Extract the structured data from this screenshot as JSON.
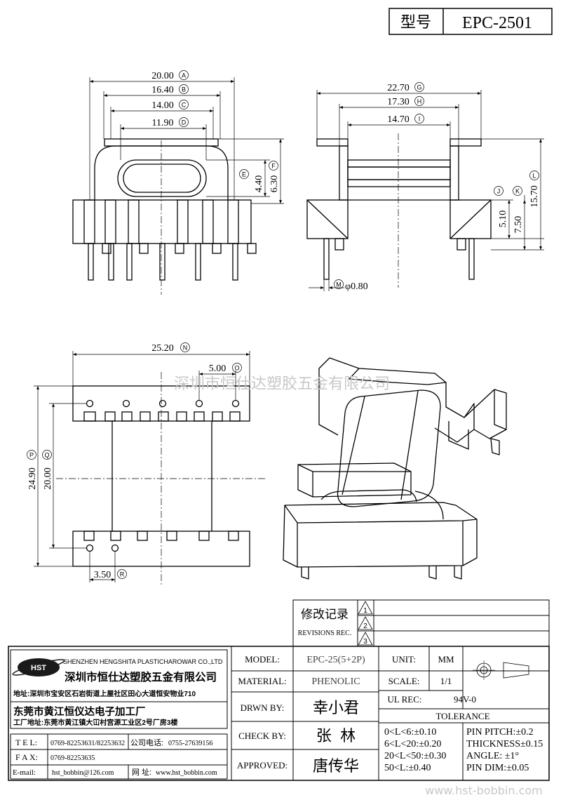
{
  "header": {
    "model_label": "型号",
    "model_value": "EPC-2501"
  },
  "dims": {
    "A": {
      "value": "20.00",
      "mark": "A"
    },
    "B": {
      "value": "16.40",
      "mark": "B"
    },
    "C": {
      "value": "14.00",
      "mark": "C"
    },
    "D": {
      "value": "11.90",
      "mark": "D"
    },
    "E": {
      "value": "4.40",
      "mark": "E"
    },
    "F": {
      "value": "6.30",
      "mark": "F"
    },
    "G": {
      "value": "22.70",
      "mark": "G"
    },
    "H": {
      "value": "17.30",
      "mark": "H"
    },
    "I": {
      "value": "14.70",
      "mark": "I"
    },
    "J": {
      "value": "5.10",
      "mark": "J"
    },
    "K": {
      "value": "7.50",
      "mark": "K"
    },
    "L": {
      "value": "15.70",
      "mark": "L"
    },
    "M": {
      "value": "φ0.80",
      "mark": "M"
    },
    "N": {
      "value": "25.20",
      "mark": "N"
    },
    "O": {
      "value": "5.00",
      "mark": "O"
    },
    "P": {
      "value": "24.90",
      "mark": "P"
    },
    "Q": {
      "value": "20.00",
      "mark": "Q"
    },
    "R": {
      "value": "3.50",
      "mark": "R"
    }
  },
  "watermark": {
    "top": "深圳市恒仕达塑胶五金有限公司",
    "bottom": "www.hst-bobbin.com"
  },
  "revisions": {
    "title": "修改记录",
    "subtitle": "REVISIONS REC.",
    "marks": [
      "1",
      "2",
      "3"
    ]
  },
  "company": {
    "logo": "HST",
    "name_en": "SHENZHEN HENGSHITA PLASTICHAROWAR CO.,LTD",
    "name_cn": "深圳市恒仕达塑胶五金有限公司",
    "address": "地址:深圳市宝安区石岩街道上屋社区田心大道恒安物业710",
    "factory": "东莞市黄江恒仪达电子加工厂",
    "factory_address": "工厂地址:东莞市黄江镇大冚村宫源工业区2号厂房3楼"
  },
  "contact": {
    "tel_label": "T E L:",
    "tel_value": "0769-82253631/82253632",
    "phone_label": "公司电话:",
    "phone_value": "0755-27639156",
    "fax_label": "F A X:",
    "fax_value": "0769-82253635",
    "email_label": "E-mail:",
    "email_value": "hst_bobbin@126.com",
    "web_label": "网 址:",
    "web_value": "www.hst_bobbin.com"
  },
  "spec": {
    "model_label": "MODEL:",
    "model_value": "EPC-25(5+2P)",
    "material_label": "MATERIAL:",
    "material_value": "PHENOLIC",
    "drawn_label": "DRWN BY:",
    "drawn_value": "幸小君",
    "check_label": "CHECK BY:",
    "check_value": "张  林",
    "approved_label": "APPROVED:",
    "approved_value": "唐传华",
    "unit_label": "UNIT:",
    "unit_value": "MM",
    "scale_label": "SCALE:",
    "scale_value": "1/1",
    "ul_label": "UL REC:",
    "ul_value": "94V-0",
    "tolerance_title": "TOLERANCE",
    "tol": [
      "0<L<6:±0.10",
      "6<L<20:±0.20",
      "20<L<50:±0.30",
      "50<L:±0.40"
    ],
    "pin": [
      "PIN PITCH:±0.2",
      "THICKNESS±0.15",
      "ANGLE: ±1°",
      "PIN DIM:±0.05"
    ]
  }
}
